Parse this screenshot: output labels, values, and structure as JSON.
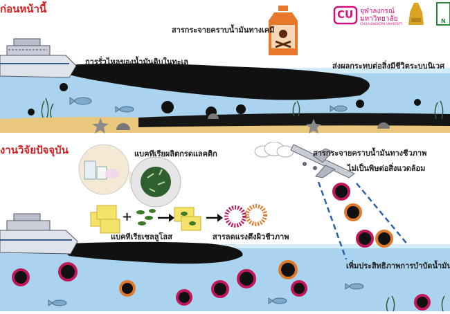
{
  "headers": {
    "top": "ก่อนหน้านี้",
    "bottom": "งานวิจัยปัจจุบัน"
  },
  "logos": {
    "cu_mark": "CU",
    "cu_name_line1": "จุฬาลงกรณ์",
    "cu_name_line2": "มหาวิทยาลัย",
    "cu_name_en": "CHULALONGKORN UNIVERSITY",
    "right_partial": "N"
  },
  "top_panel": {
    "chemical_label": "สารกระจายคราบน้ำมันทางเคมี",
    "spill_label": "การรั่วไหลของน้ำมันดิบในทะเล",
    "impact_label": "ส่งผลกระทบต่อสิ่งมีชีวิตระบบนิเวศ"
  },
  "bottom_panel": {
    "lactic_label": "แบคทีเรียผลิตกรดแลคติก",
    "cellulose_label": "แบคทีเรียเซลลูโลส",
    "biosurfactant_label": "สารลดแรงตึงผิวชีวภาพ",
    "bio_dispersant_line1": "สารกระจายคราบน้ำมันทางชีวภาพ",
    "bio_dispersant_line2": "ไม่เป็นพิษต่อสิ่งแวดล้อม",
    "efficiency_label": "เพิ่มประสิทธิภาพการบำบัดน้ำมัน",
    "plus_sign": "+"
  },
  "colors": {
    "header_red": "#d42020",
    "sea_blue": "#a9d3ee",
    "oil_black": "#111111",
    "sand": "#e9c77c",
    "bottle_orange": "#e9772b",
    "cu_pink": "#d0107a",
    "dashed_line": "#2a5fb0"
  }
}
